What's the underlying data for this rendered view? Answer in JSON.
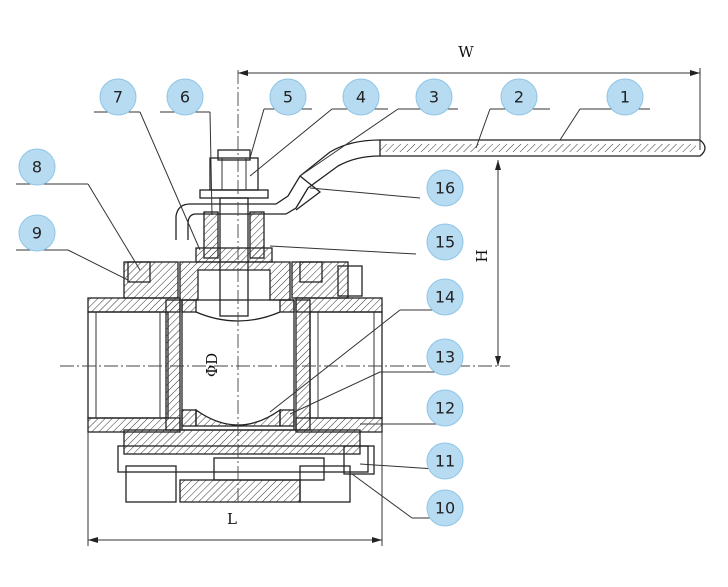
{
  "part_numbers": [
    "1",
    "2",
    "3",
    "4",
    "5",
    "6",
    "7",
    "8",
    "9",
    "10",
    "11",
    "12",
    "13",
    "14",
    "15",
    "16"
  ],
  "dimensions": {
    "width": "W",
    "height": "H",
    "length": "L",
    "bore": "ΦD"
  },
  "colors": {
    "bubble": "#b7dcf2",
    "line": "#222222"
  }
}
